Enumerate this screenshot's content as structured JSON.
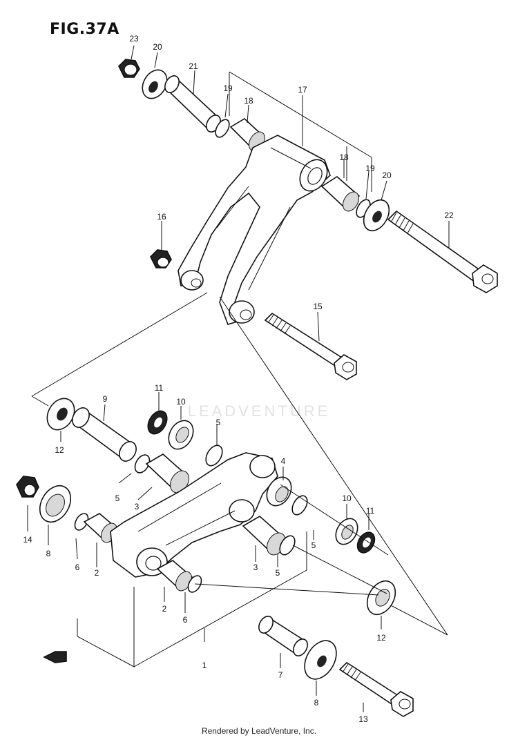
{
  "figure_title": "FIG.37A",
  "footer": "Rendered by LeadVenture, Inc.",
  "watermark": "LEADVENTURE",
  "callouts": {
    "c23": "23",
    "c20a": "20",
    "c21": "21",
    "c19a": "19",
    "c18a": "18",
    "c17": "17",
    "c18b": "18",
    "c19b": "19",
    "c20b": "20",
    "c22": "22",
    "c16": "16",
    "c15": "15",
    "c9": "9",
    "c11a": "11",
    "c10a": "10",
    "c5a": "5",
    "c12a": "12",
    "c4": "4",
    "c5b": "5",
    "c3a": "3",
    "c14": "14",
    "c8a": "8",
    "c6a": "6",
    "c2a": "2",
    "c10b": "10",
    "c11b": "11",
    "c3b": "3",
    "c5c": "5",
    "c5d": "5",
    "c2b": "2",
    "c6b": "6",
    "c12b": "12",
    "c1": "1",
    "c7": "7",
    "c8b": "8",
    "c13": "13"
  }
}
